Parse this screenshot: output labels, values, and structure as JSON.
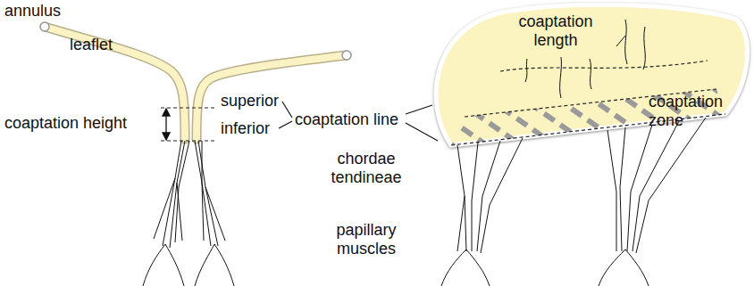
{
  "diagram": {
    "labels": [
      "annulus",
      "leaflet",
      "coaptation height",
      "superior",
      "inferior",
      "coaptation line",
      "chordae tendineae",
      "papillary muscles",
      "coaptation length",
      "coaptation zone"
    ]
  }
}
